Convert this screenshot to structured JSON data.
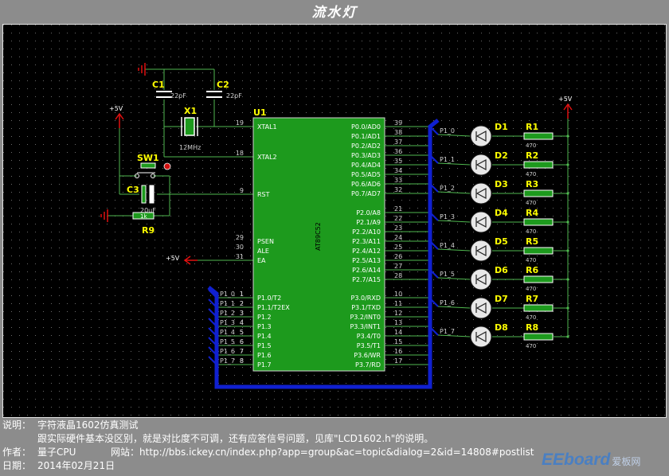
{
  "title": "流水灯",
  "chip": {
    "ref": "U1",
    "part": "AT89C52",
    "left_pins": [
      {
        "num": "19",
        "name": "XTAL1"
      },
      {
        "num": "18",
        "name": "XTAL2"
      },
      {
        "num": "9",
        "name": "RST"
      },
      {
        "num": "29",
        "name": "PSEN"
      },
      {
        "num": "30",
        "name": "ALE"
      },
      {
        "num": "31",
        "name": "EA"
      },
      {
        "num": "1",
        "name": "P1.0/T2"
      },
      {
        "num": "2",
        "name": "P1.1/T2EX"
      },
      {
        "num": "3",
        "name": "P1.2"
      },
      {
        "num": "4",
        "name": "P1.3"
      },
      {
        "num": "5",
        "name": "P1.4"
      },
      {
        "num": "6",
        "name": "P1.5"
      },
      {
        "num": "7",
        "name": "P1.6"
      },
      {
        "num": "8",
        "name": "P1.7"
      }
    ],
    "right_pins": [
      {
        "num": "39",
        "name": "P0.0/AD0"
      },
      {
        "num": "38",
        "name": "P0.1/AD1"
      },
      {
        "num": "37",
        "name": "P0.2/AD2"
      },
      {
        "num": "36",
        "name": "P0.3/AD3"
      },
      {
        "num": "35",
        "name": "P0.4/AD4"
      },
      {
        "num": "34",
        "name": "P0.5/AD5"
      },
      {
        "num": "33",
        "name": "P0.6/AD6"
      },
      {
        "num": "32",
        "name": "P0.7/AD7"
      },
      {
        "num": "21",
        "name": "P2.0/A8"
      },
      {
        "num": "22",
        "name": "P2.1/A9"
      },
      {
        "num": "23",
        "name": "P2.2/A10"
      },
      {
        "num": "24",
        "name": "P2.3/A11"
      },
      {
        "num": "25",
        "name": "P2.4/A12"
      },
      {
        "num": "26",
        "name": "P2.5/A13"
      },
      {
        "num": "27",
        "name": "P2.6/A14"
      },
      {
        "num": "28",
        "name": "P2.7/A15"
      },
      {
        "num": "10",
        "name": "P3.0/RXD"
      },
      {
        "num": "11",
        "name": "P3.1/TXD"
      },
      {
        "num": "12",
        "name": "P3.2/INT0"
      },
      {
        "num": "13",
        "name": "P3.3/INT1"
      },
      {
        "num": "14",
        "name": "P3.4/T0"
      },
      {
        "num": "15",
        "name": "P3.5/T1"
      },
      {
        "num": "16",
        "name": "P3.6/WR"
      },
      {
        "num": "17",
        "name": "P3.7/RD"
      }
    ]
  },
  "bus_left_labels": [
    "P1_0",
    "P1_1",
    "P1_2",
    "P1_3",
    "P1_4",
    "P1_5",
    "P1_6",
    "P1_7"
  ],
  "bus_left_index": [
    "1",
    "2",
    "3",
    "4",
    "5",
    "6",
    "7",
    "8"
  ],
  "leds": [
    {
      "net": "P1_0",
      "ref": "D1",
      "res": "R1",
      "val": "470"
    },
    {
      "net": "P1_1",
      "ref": "D2",
      "res": "R2",
      "val": "470"
    },
    {
      "net": "P1_2",
      "ref": "D3",
      "res": "R3",
      "val": "470"
    },
    {
      "net": "P1_3",
      "ref": "D4",
      "res": "R4",
      "val": "470"
    },
    {
      "net": "P1_4",
      "ref": "D5",
      "res": "R5",
      "val": "470"
    },
    {
      "net": "P1_5",
      "ref": "D6",
      "res": "R6",
      "val": "470"
    },
    {
      "net": "P1_6",
      "ref": "D7",
      "res": "R7",
      "val": "470"
    },
    {
      "net": "P1_7",
      "ref": "D8",
      "res": "R8",
      "val": "470"
    }
  ],
  "components": {
    "c1": {
      "ref": "C1",
      "val": "22pF"
    },
    "c2": {
      "ref": "C2",
      "val": "22pF"
    },
    "x1": {
      "ref": "X1",
      "val": "12MHz"
    },
    "sw1": {
      "ref": "SW1"
    },
    "c3": {
      "ref": "C3",
      "val": "20uF"
    },
    "r9": {
      "ref": "R9",
      "val": "1k"
    }
  },
  "power": {
    "vcc_left": "+5V",
    "vcc_right": "+5V",
    "vcc_ea": "+5V"
  },
  "info": {
    "desc_label": "说明：",
    "desc_line1": "字符液晶1602仿真测试",
    "desc_line2": "跟实际硬件基本没区别，就是对比度不可调，还有应答信号问题，见库\"LCD1602.h\"的说明。",
    "author_label": "作者：",
    "author": "量子CPU",
    "site_label": "网站：",
    "site": "http://bbs.ickey.cn/index.php?app=group&ac=topic&dialog=2&id=14808#postlist",
    "date_label": "日期：",
    "date": "2014年02月21日"
  },
  "watermark": {
    "brand": "EEboard",
    "suffix": "爱板网"
  },
  "colors": {
    "wire": "#4fb84f",
    "bus": "#1020d0",
    "chip_fill": "#1d9a1d",
    "label": "#ffff00",
    "power": "#e01010",
    "pin_text": "#d0d0d0"
  }
}
